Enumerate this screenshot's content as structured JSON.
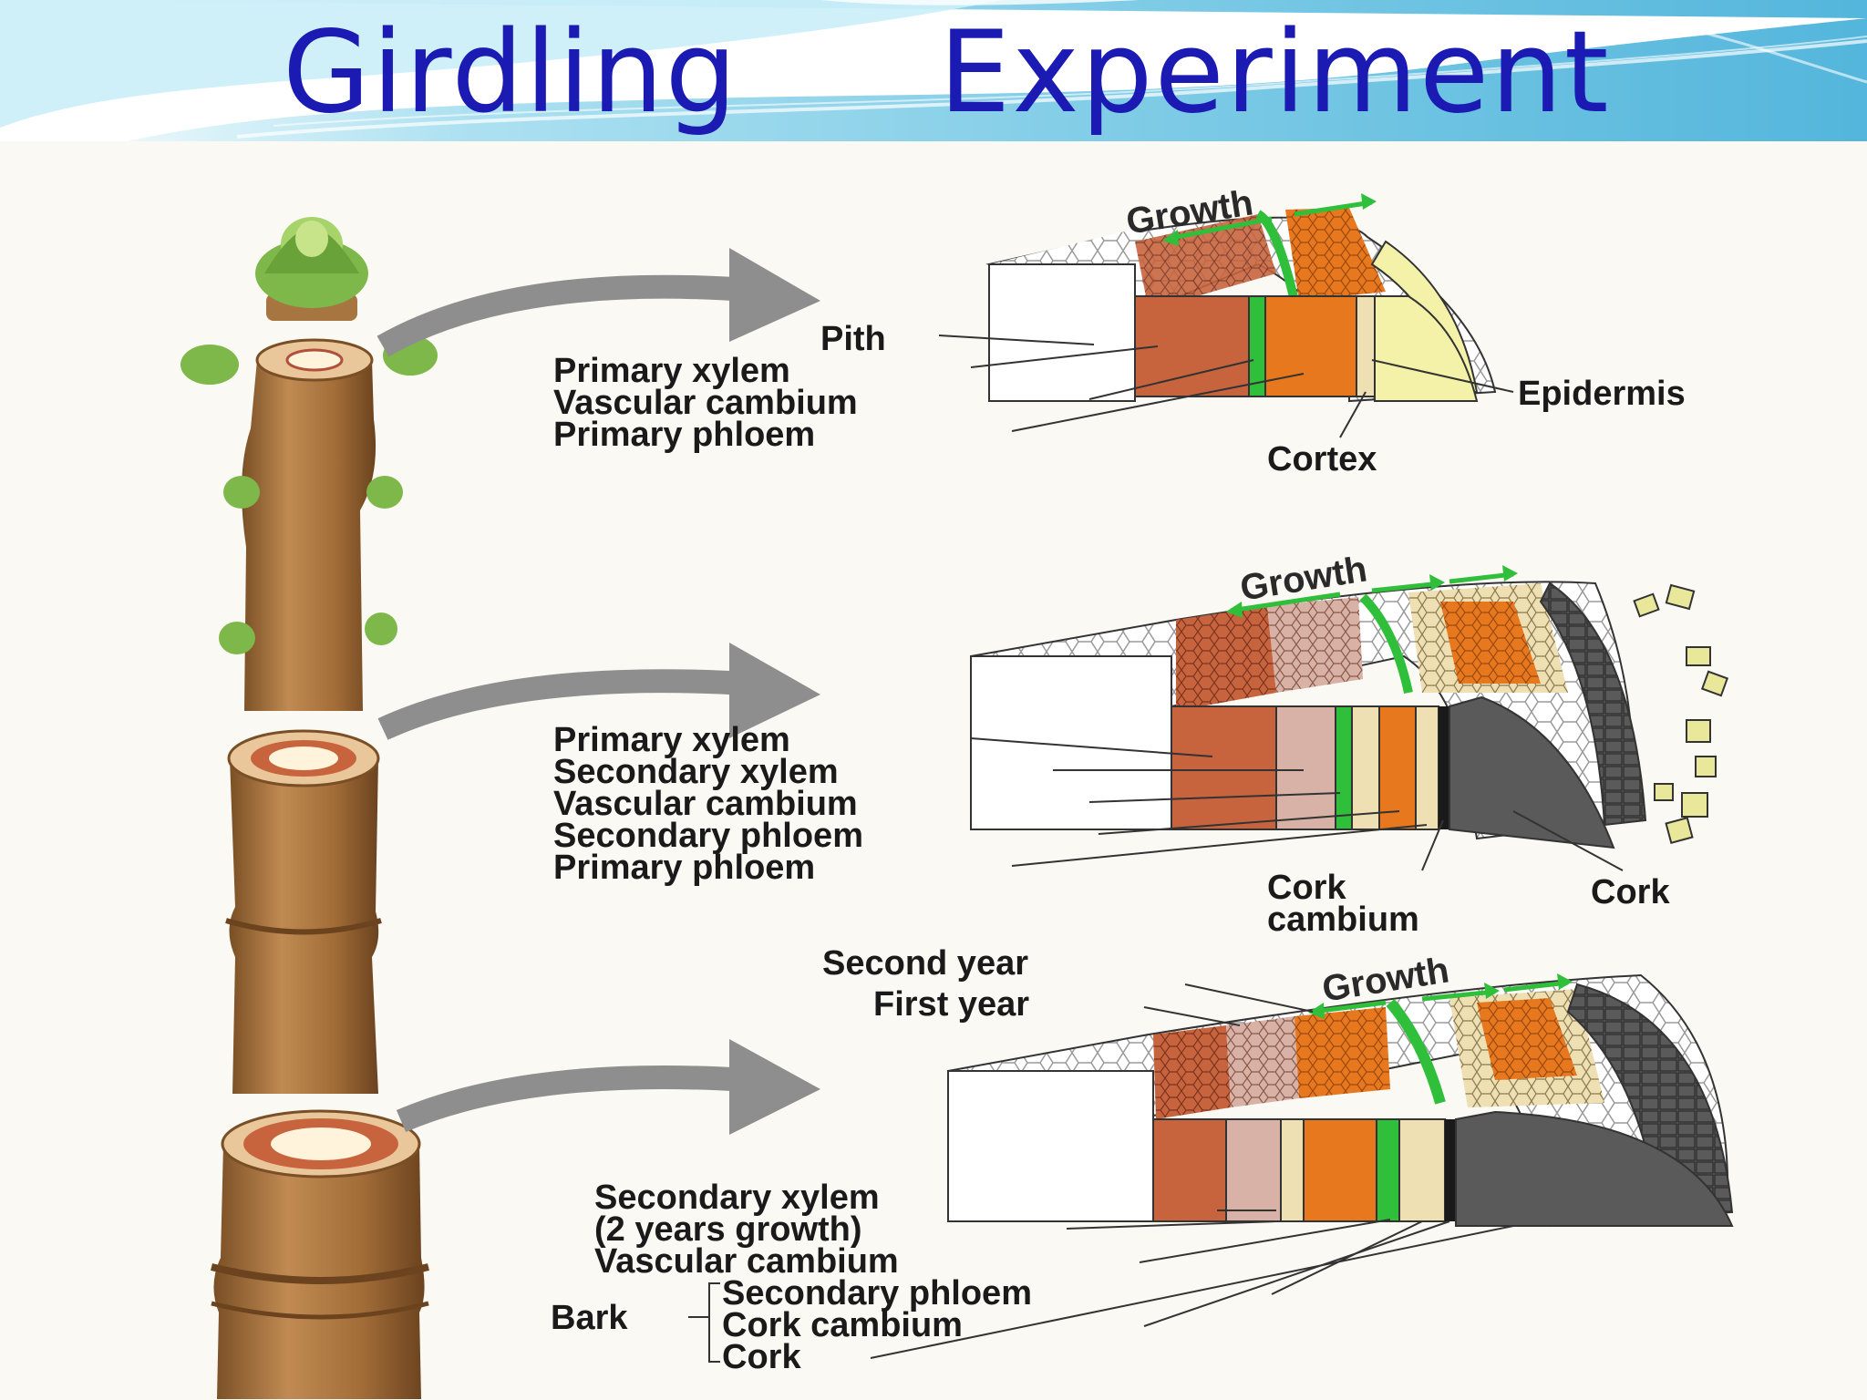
{
  "title": {
    "left": "Girdling",
    "right": "Experiment"
  },
  "colors": {
    "title": "#1b1bb4",
    "header_water": "#8fd3ea",
    "stem": "#a7753f",
    "bud": "#7fb84a",
    "xylem": "#c8643d",
    "cambium": "#2fbf3a",
    "phloem": "#e8781d",
    "cortex": "#efe0b4",
    "epidermis": "#f4f2a8",
    "cork": "#4a4a4a",
    "arrow": "#8e8e8e"
  },
  "panel1": {
    "growth": "Growth",
    "labels": [
      "Pith",
      "Primary xylem",
      "Vascular cambium",
      "Primary phloem"
    ],
    "epidermis": "Epidermis",
    "cortex": "Cortex"
  },
  "panel2": {
    "growth": "Growth",
    "labels": [
      "Primary xylem",
      "Secondary xylem",
      "Vascular cambium",
      "Secondary phloem",
      "Primary phloem"
    ],
    "cork_cambium": [
      "Cork",
      "cambium"
    ],
    "cork": "Cork"
  },
  "panel3": {
    "growth": "Growth",
    "second_year": "Second year",
    "first_year": "First year",
    "labels": [
      "Secondary xylem",
      "(2 years growth)",
      "Vascular cambium"
    ],
    "bark": "Bark",
    "bark_items": [
      "Secondary phloem",
      "Cork cambium",
      "Cork"
    ]
  }
}
